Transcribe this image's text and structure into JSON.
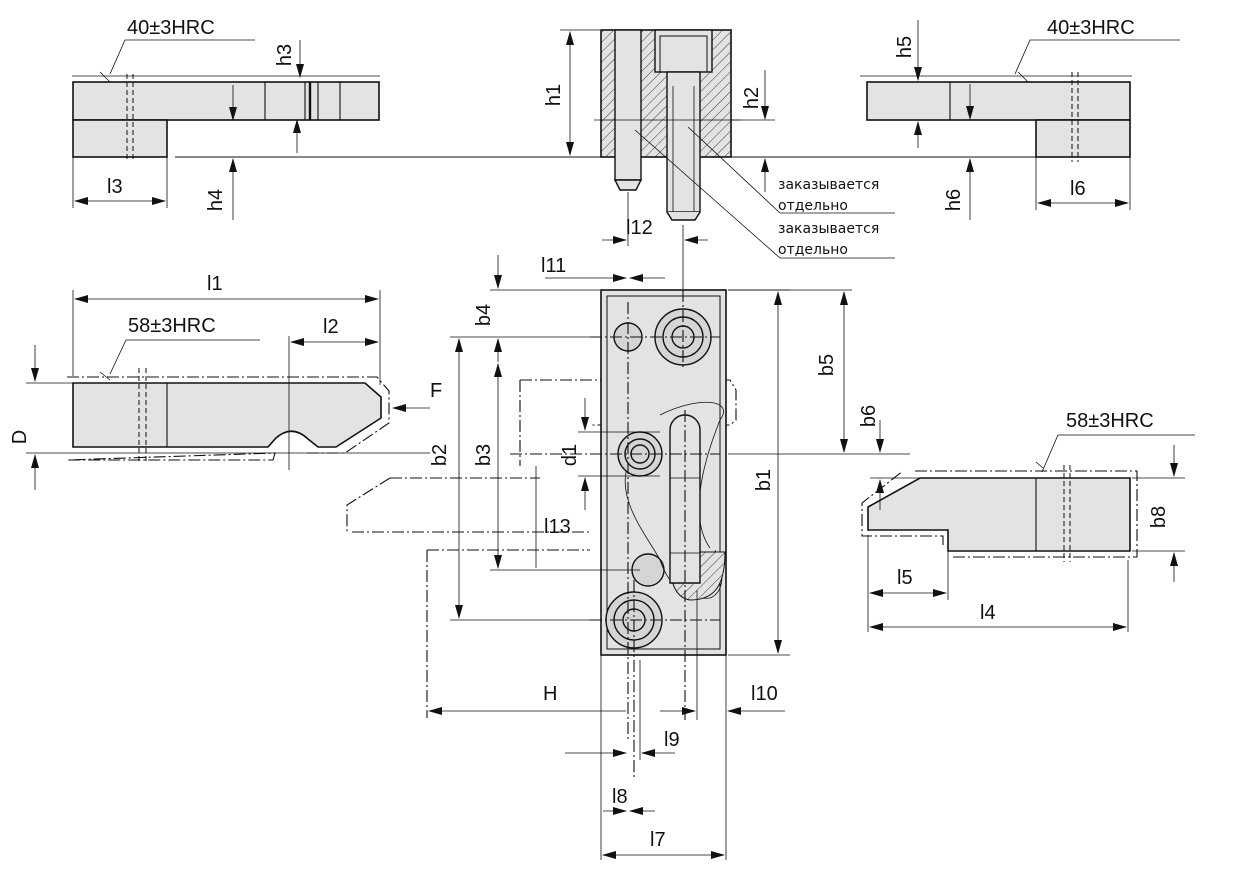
{
  "hardness": {
    "top_left": "40±3HRC",
    "top_right": "40±3HRC",
    "left_part": "58±3HRC",
    "right_part": "58±3HRC"
  },
  "notes": {
    "ordered_separately_1_line1": "заказывается",
    "ordered_separately_1_line2": "отдельно",
    "ordered_separately_2_line1": "заказывается",
    "ordered_separately_2_line2": "отдельно"
  },
  "dimensions": {
    "h1": "h1",
    "h2": "h2",
    "h3": "h3",
    "h4": "h4",
    "h5": "h5",
    "h6": "h6",
    "l1": "l1",
    "l2": "l2",
    "l3": "l3",
    "l4": "l4",
    "l5": "l5",
    "l6": "l6",
    "l7": "l7",
    "l8": "l8",
    "l9": "l9",
    "l10": "l10",
    "l11": "l11",
    "l12": "l12",
    "l13": "l13",
    "b1": "b1",
    "b2": "b2",
    "b3": "b3",
    "b4": "b4",
    "b5": "b5",
    "b6": "b6",
    "b8": "b8",
    "d1": "d1",
    "D": "D",
    "F": "F",
    "H": "H"
  }
}
